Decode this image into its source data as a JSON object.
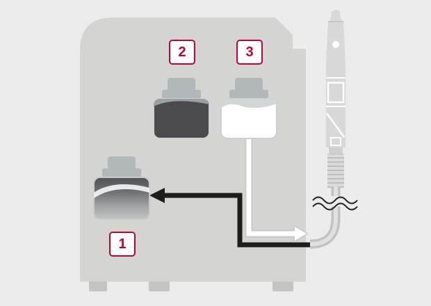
{
  "diagram": {
    "title": "fluid-path-diagram",
    "labels": [
      {
        "text": "1"
      },
      {
        "text": "2"
      },
      {
        "text": "3"
      }
    ],
    "colors": {
      "background": "#ececec",
      "machine_body": "#d4d4d3",
      "machine_feet": "#c4c4c3",
      "label_accent": "#c3002e",
      "label_background": "#ffffff",
      "bottle_cap": "#b2b7ba",
      "bottle_dark_fill": "#4b4b4d",
      "bottle_white_fill": "#ffffff",
      "arrow_black": "#1d1d1b",
      "arrow_white": "#ffffff",
      "handpiece_body": "#d8d8d8"
    }
  }
}
